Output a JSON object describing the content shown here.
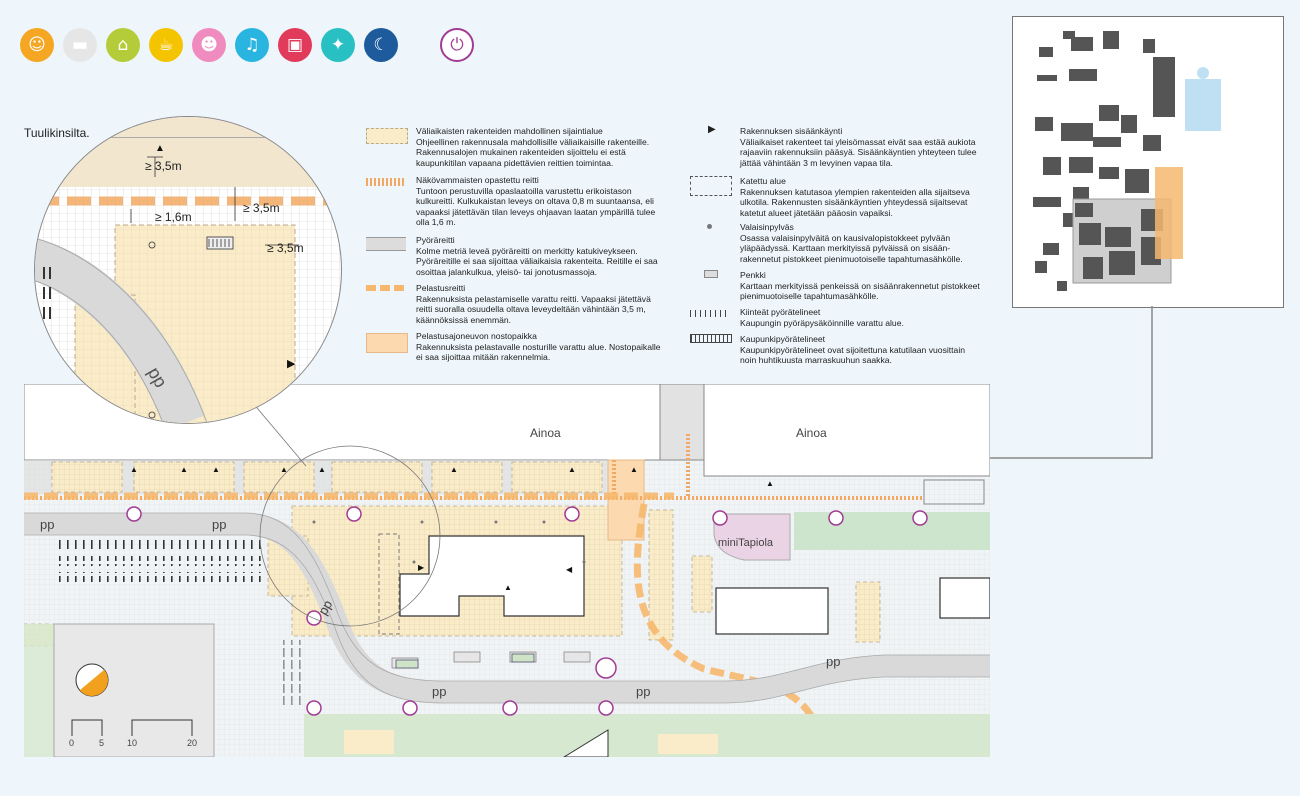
{
  "icons": [
    {
      "name": "theatre-masks-icon",
      "color": "#f5a623",
      "glyph": "☺"
    },
    {
      "name": "bench-row-icon",
      "color": "#e6e6e6",
      "glyph": "▬"
    },
    {
      "name": "tent-icon",
      "color": "#b5cc3a",
      "glyph": "⌂"
    },
    {
      "name": "food-cart-icon",
      "color": "#f5c400",
      "glyph": "☕"
    },
    {
      "name": "family-icon",
      "color": "#f08bbf",
      "glyph": "☻"
    },
    {
      "name": "music-note-icon",
      "color": "#29b5e0",
      "glyph": "♫"
    },
    {
      "name": "film-screen-icon",
      "color": "#e23a5a",
      "glyph": "▣"
    },
    {
      "name": "dancer-icon",
      "color": "#29c0c4",
      "glyph": "✦"
    },
    {
      "name": "night-moon-icon",
      "color": "#1d5b9c",
      "glyph": "☾"
    },
    {
      "name": "power-outlet-icon",
      "color": "#ffffff",
      "glyph": "⏻"
    }
  ],
  "title": "Tuulikinsilta.",
  "legend_left": [
    {
      "heading": "Väliaikaisten rakenteiden mahdollinen sijaintialue",
      "lines": [
        "Ohjeellinen rakennusala mahdollisille väliaikaisille rakenteille.",
        "Rakennusalojen mukainen rakenteiden sijoittelu ei estä",
        "kaupunkitilan vapaana pidettävien reittien toimintaa."
      ]
    },
    {
      "heading": "Näkövammaisten opastettu reitti",
      "lines": [
        "Tuntoon perustuvilla opaslaatoilla varustettu erikoistason",
        "kulkureitti. Kulkukaistan leveys on oltava 0,8 m suuntaansa, eli",
        "vapaaksi jätettävän tilan leveys ohjaavan laatan ympärillä tulee",
        "olla 1,6 m."
      ]
    },
    {
      "heading": "Pyöräreitti",
      "lines": [
        "Kolme metriä leveä pyöräreitti on merkitty katukiveykseen.",
        "Pyöräreitille ei saa sijoittaa väliaikaisia rakenteita. Reitille ei saa",
        "osoittaa jalankulkua, yleisö- tai jonotusmassoja."
      ]
    },
    {
      "heading": "Pelastusreitti",
      "lines": [
        "Rakennuksista pelastamiselle varattu reitti. Vapaaksi jätettävä",
        "reitti suoralla osuudella oltava leveydeltään vähintään 3,5 m,",
        "käännöksissä enemmän."
      ]
    },
    {
      "heading": "Pelastusajoneuvon nostopaikka",
      "lines": [
        "Rakennuksista pelastavalle nosturille varattu alue. Nostopaikalle",
        "ei saa sijoittaa mitään rakennelmia."
      ]
    }
  ],
  "legend_right": [
    {
      "heading": "Rakennuksen sisäänkäynti",
      "lines": [
        "Väliaikaiset rakenteet tai yleisömassat eivät saa estää aukiota",
        "rajaaviin rakennuksiin pääsyä. Sisäänkäyntien yhteyteen tulee",
        "jättää vähintään 3 m levyinen vapaa tila."
      ]
    },
    {
      "heading": "Katettu alue",
      "lines": [
        "Rakennuksen katutasoa ylempien rakenteiden alla sijaitseva",
        "ulkotila. Rakennusten sisäänkäyntien yhteydessä sijaitsevat",
        "katetut alueet jätetään pääosin vapaiksi."
      ]
    },
    {
      "heading": "Valaisinpylväs",
      "lines": [
        "Osassa valaisinpylväitä on kausivalopistokkeet pylvään",
        "yläpäädyssä. Karttaan merkityissä pylväissä on sisään-",
        "rakennetut pistokkeet pienimuotoiselle tapahtumasähkölle."
      ]
    },
    {
      "heading": "Penkki",
      "lines": [
        "Karttaan merkityissä penkeissä on sisäänrakennetut pistokkeet",
        "pienimuotoiselle tapahtumasähkölle."
      ]
    },
    {
      "heading": "Kiinteät pyörätelineet",
      "lines": [
        "Kaupungin pyöräpysäköinnille varattu alue."
      ]
    },
    {
      "heading": "Kaupunkipyörätelineet",
      "lines": [
        "Kaupunkipyörätelineet ovat sijoitettuna katutilaan vuosittain",
        "noin huhtikuusta marraskuuhun saakka."
      ]
    }
  ],
  "map": {
    "building_labels": [
      "Ainoa",
      "Ainoa"
    ],
    "place_label": "miniTapiola",
    "pp_labels": [
      "pp",
      "pp",
      "pp",
      "pp",
      "pp",
      "pp"
    ],
    "scale_ticks": [
      "0",
      "5",
      "10",
      "20"
    ]
  },
  "zoom": {
    "dims": [
      "≥ 3,5m",
      "≥ 1,6m",
      "≥ 3,5m",
      "≥ 3,5m"
    ],
    "pp_label": "pp"
  },
  "colors": {
    "zone_fill": "#fbecc9",
    "rescue": "#f6b86e",
    "accent": "#a13b93",
    "building": "#ffffff",
    "paving": "#e8e8e8"
  }
}
